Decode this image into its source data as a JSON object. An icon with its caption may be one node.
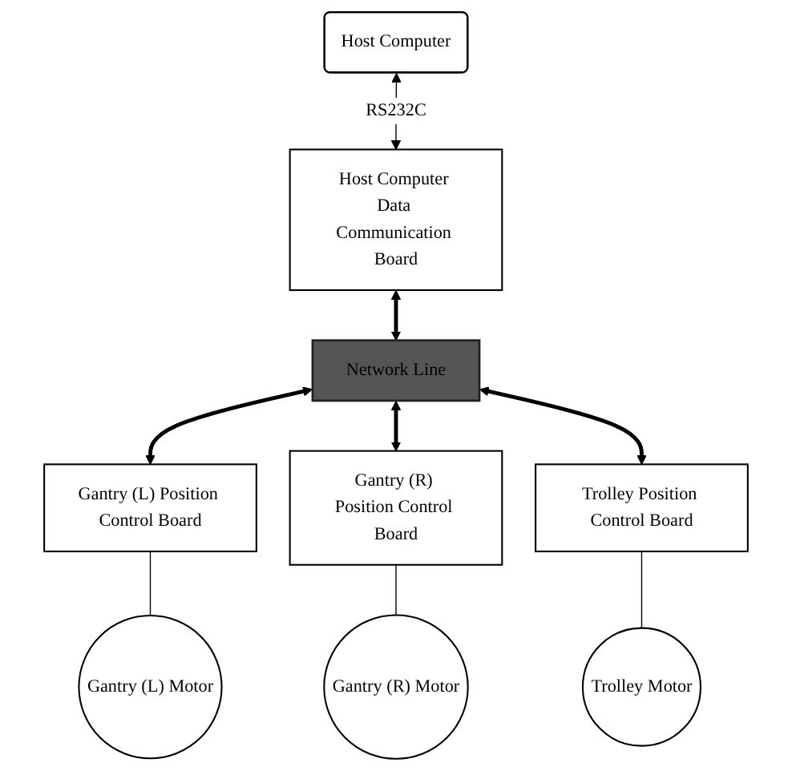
{
  "diagram": {
    "nodes": [
      {
        "text": [
          "Host Computer"
        ]
      },
      {
        "text": [
          "Host Computer Data Communication Board"
        ]
      },
      {
        "text": [
          "Network Line"
        ]
      },
      {
        "text": [
          "Gantry (L) Position Control Board"
        ]
      },
      {
        "text": [
          "Gantry (R) Position Control Board"
        ]
      },
      {
        "text": [
          "Trolley Position Control Board"
        ]
      },
      {
        "text": [
          "Gantry (L) Motor"
        ]
      },
      {
        "text": [
          "Gantry (R) Motor"
        ]
      },
      {
        "text": [
          "Trolley Motor"
        ]
      }
    ],
    "edges": [
      {
        "from": 0,
        "to": 1,
        "arrow": "both",
        "label": "RS232C"
      },
      {
        "from": 1,
        "to": 2,
        "arrow": "both",
        "style": "thick"
      },
      {
        "from": 2,
        "to": 3,
        "arrow": "both",
        "style": "thick"
      },
      {
        "from": 2,
        "to": 4,
        "arrow": "both",
        "style": "thick"
      },
      {
        "from": 2,
        "to": 5,
        "arrow": "both",
        "style": "thick"
      },
      {
        "from": 3,
        "to": 6,
        "arrow": "none"
      },
      {
        "from": 4,
        "to": 7,
        "arrow": "none"
      },
      {
        "from": 5,
        "to": 8,
        "arrow": "none"
      }
    ]
  }
}
